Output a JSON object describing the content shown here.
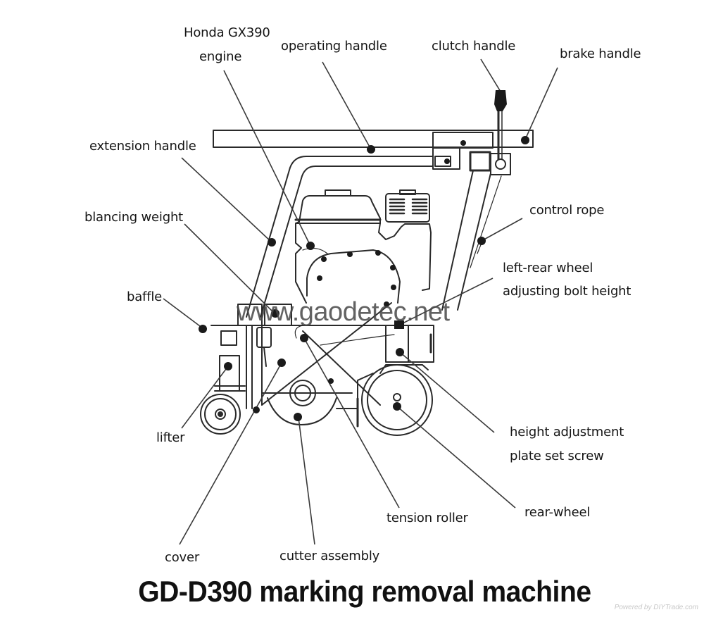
{
  "title": "GD-D390 marking removal machine",
  "watermark": "www.gaodetec.net",
  "powered_by": "Powered by DIYTrade.com",
  "colors": {
    "line": "#2a2a2a",
    "text": "#151515",
    "watermark": "#464646",
    "background": "#ffffff"
  },
  "labels": {
    "honda_engine_line1": "Honda GX390",
    "honda_engine_line2": "engine",
    "operating_handle": "operating handle",
    "clutch_handle": "clutch handle",
    "brake_handle": "brake handle",
    "extension_handle": "extension handle",
    "control_rope": "control rope",
    "balancing_weight": "blancing weight",
    "left_rear_wheel_line1": "left-rear wheel",
    "left_rear_wheel_line2": "adjusting bolt height",
    "baffle": "baffle",
    "lifter": "lifter",
    "height_adjustment_line1": "height adjustment",
    "height_adjustment_line2": "plate set screw",
    "rear_wheel": "rear-wheel",
    "tension_roller": "tension roller",
    "cover": "cover",
    "cutter_assembly": "cutter assembly"
  }
}
